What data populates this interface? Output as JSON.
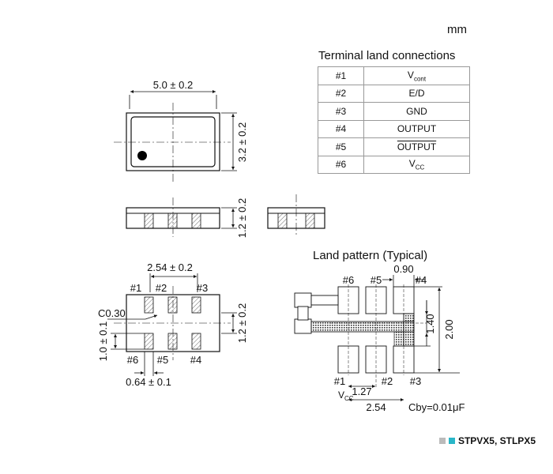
{
  "unit": "mm",
  "terminal_table": {
    "title": "Terminal land connections",
    "rows": [
      {
        "pin": "#1",
        "signal": "V",
        "sub": "cont",
        "overline": false
      },
      {
        "pin": "#2",
        "signal": "E/D",
        "sub": "",
        "overline": false
      },
      {
        "pin": "#3",
        "signal": "GND",
        "sub": "",
        "overline": false
      },
      {
        "pin": "#4",
        "signal": "OUTPUT",
        "sub": "",
        "overline": false
      },
      {
        "pin": "#5",
        "signal": "OUTPUT",
        "sub": "",
        "overline": true
      },
      {
        "pin": "#6",
        "signal": "V",
        "sub": "CC",
        "overline": false
      }
    ]
  },
  "package": {
    "width_dim": "5.0 ± 0.2",
    "height_dim": "3.2 ± 0.2",
    "thickness_dim": "1.2 ± 0.2"
  },
  "bottom_view": {
    "pitch_dim": "2.54 ± 0.2",
    "chamfer": "C0.30",
    "pad_height_dim": "1.0 ± 0.1",
    "pad_gap_dim": "1.2 ± 0.2",
    "pad_width_dim": "0.64 ± 0.1",
    "top_pins": [
      "#1",
      "#2",
      "#3"
    ],
    "bottom_pins": [
      "#6",
      "#5",
      "#4"
    ]
  },
  "land_pattern": {
    "title": "Land pattern (Typical)",
    "top_pins": [
      "#6",
      "#5",
      "#4"
    ],
    "bottom_pins": [
      "#1",
      "#2",
      "#3"
    ],
    "pad_width": "0.90",
    "pad_span": "1.40",
    "total_height": "2.00",
    "half_pitch": "1.27",
    "pitch": "2.54",
    "vcc_label": "V",
    "vcc_sub": "CC",
    "cby": "Cby=0.01μF"
  },
  "footer": {
    "models": "STPVX5, STLPX5",
    "colors": [
      "#bbbbbb",
      "#29b6c8"
    ]
  }
}
